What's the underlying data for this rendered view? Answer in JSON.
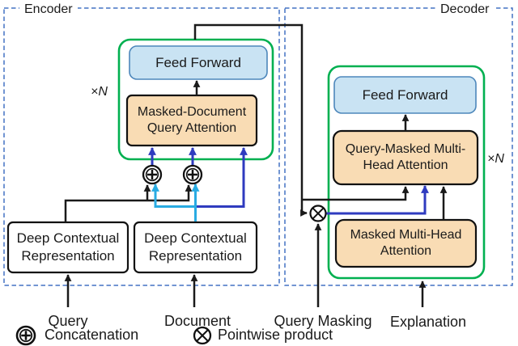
{
  "figure": {
    "encoder": {
      "label": "Encoder",
      "repeat": "×N",
      "feed_forward": "Feed Forward",
      "attention": {
        "line1": "Masked-Document",
        "line2": "Query Attention"
      },
      "query_representation": {
        "line1": "Deep Contextual",
        "line2": "Representation"
      },
      "document_representation": {
        "line1": "Deep Contextual",
        "line2": "Representation"
      }
    },
    "decoder": {
      "label": "Decoder",
      "repeat": "×N",
      "feed_forward": "Feed Forward",
      "query_masked_attention": {
        "line1": "Query-Masked Multi-",
        "line2": "Head Attention"
      },
      "masked_attention": {
        "line1": "Masked Multi-Head",
        "line2": "Attention"
      }
    },
    "inputs": {
      "query": "Query",
      "document": "Document",
      "query_masking": "Query Masking",
      "explanation": "Explanation"
    },
    "legend": {
      "concatenation": "Concatenation",
      "pointwise_product": "Pointwise product"
    },
    "colors": {
      "dashed_border": "#4472C4",
      "module_border": "#00B050",
      "feed_forward_fill": "#C9E3F3",
      "feed_forward_border": "#4D87BB",
      "attention_fill": "#F9DCB4",
      "line_black": "#1a1a1a",
      "line_dark_blue": "#2F3BBF",
      "line_cyan": "#29ABE2"
    }
  }
}
